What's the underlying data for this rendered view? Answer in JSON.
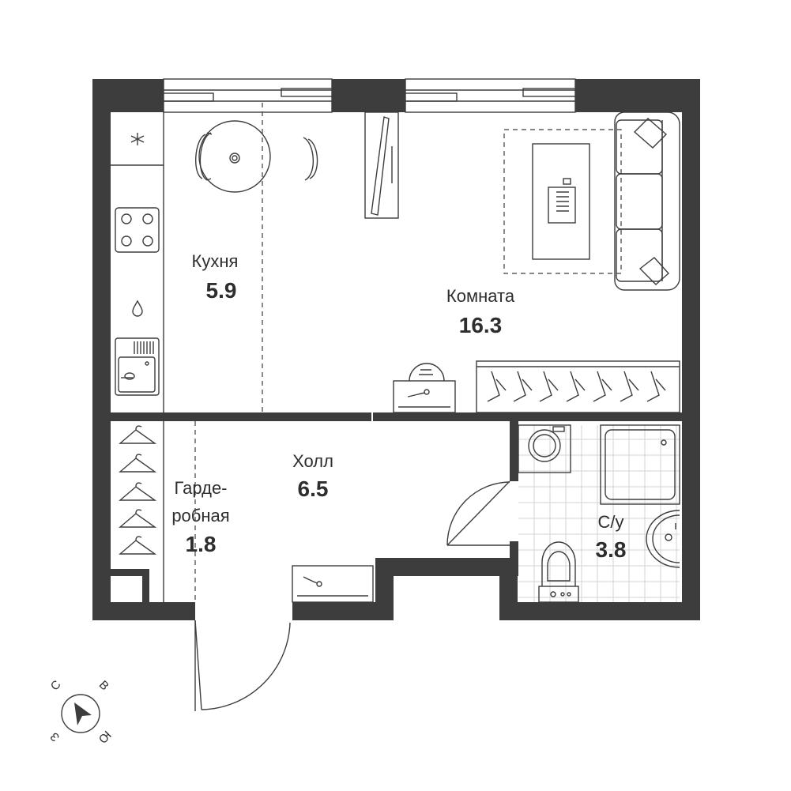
{
  "rooms": {
    "kitchen": {
      "name": "Кухня",
      "area": "5.9"
    },
    "room": {
      "name": "Комната",
      "area": "16.3"
    },
    "hall": {
      "name": "Холл",
      "area": "6.5"
    },
    "wardrobe": {
      "name_line1": "Гарде-",
      "name_line2": "робная",
      "area": "1.8"
    },
    "bathroom": {
      "name": "С/у",
      "area": "3.8"
    }
  },
  "compass": {
    "north": "С",
    "east": "В",
    "south": "Ю",
    "west": "З"
  },
  "colors": {
    "wall": "#3d3d3d",
    "tile": "#cfd6d9",
    "background": "#ffffff"
  }
}
